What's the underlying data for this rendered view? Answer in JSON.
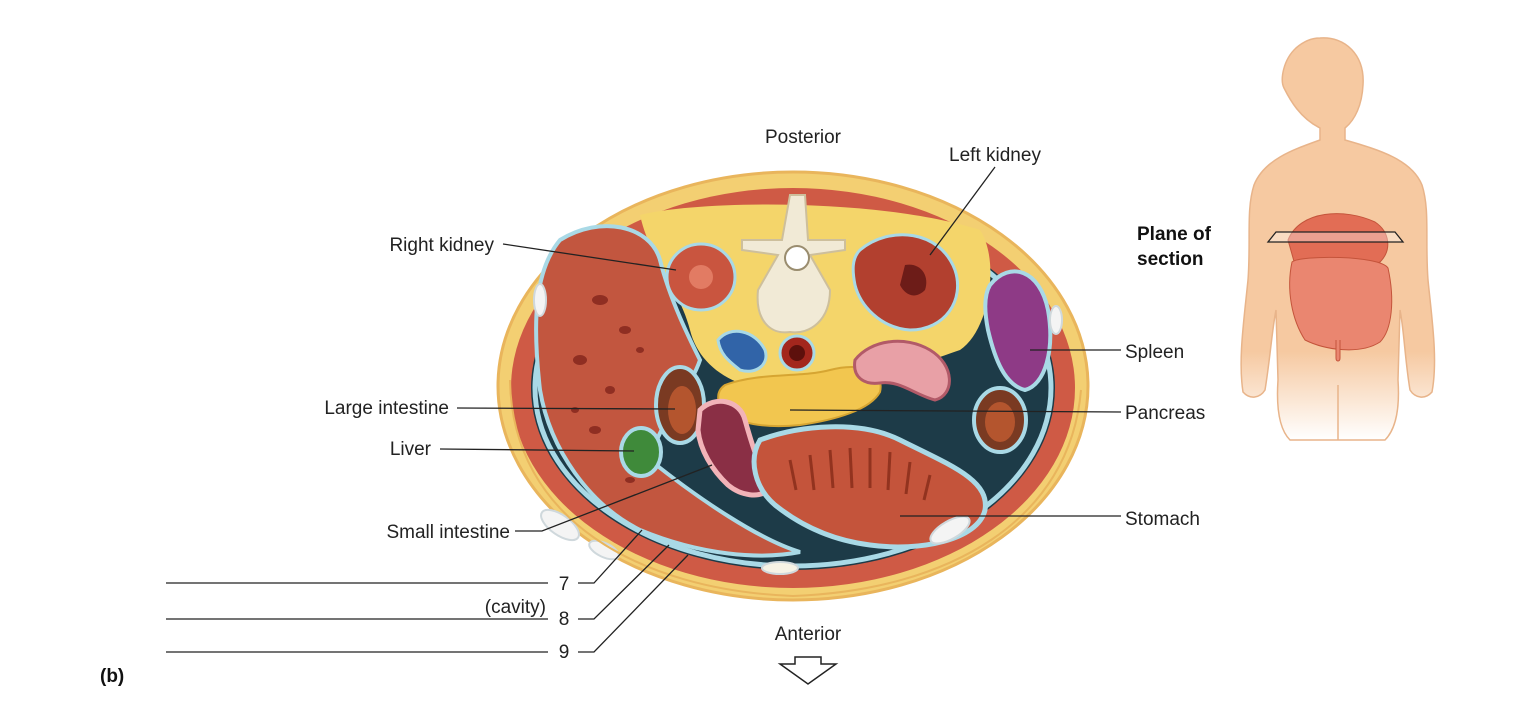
{
  "orientation": {
    "top": "Posterior",
    "bottom": "Anterior"
  },
  "panel_label": "(b)",
  "plane_label": {
    "line1": "Plane of",
    "line2": "section"
  },
  "labels": {
    "right_kidney": "Right kidney",
    "left_kidney": "Left kidney",
    "large_intestine": "Large intestine",
    "liver": "Liver",
    "small_intestine": "Small intestine",
    "spleen": "Spleen",
    "pancreas": "Pancreas",
    "stomach": "Stomach"
  },
  "blanks": [
    {
      "number": "7",
      "note": ""
    },
    {
      "number": "8",
      "note": "(cavity)"
    },
    {
      "number": "9",
      "note": ""
    }
  ],
  "colors": {
    "fat": "#f3d26a",
    "muscle": "#cf5a45",
    "liver": "#c2563f",
    "serosa": "#a9d9e6",
    "spleen": "#8e3a86",
    "gallbladder": "#3f8a3a",
    "bone": "#f1ead6",
    "body_outline": "#f2bf93"
  }
}
